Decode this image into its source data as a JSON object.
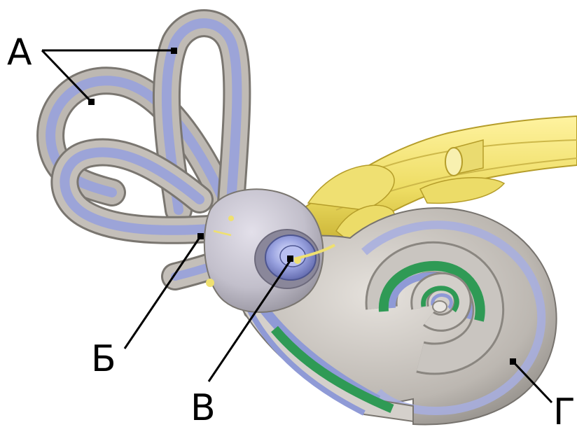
{
  "diagram": {
    "labels": {
      "a": "А",
      "b": "Б",
      "v": "В",
      "g": "Г"
    }
  },
  "colors": {
    "membrane_blue": "#8f9ad6",
    "bone_grey": "#b3afaa",
    "nerve_yellow": "#efe070",
    "cochlea_green": "#2f9a55",
    "leader_line": "#000000"
  }
}
